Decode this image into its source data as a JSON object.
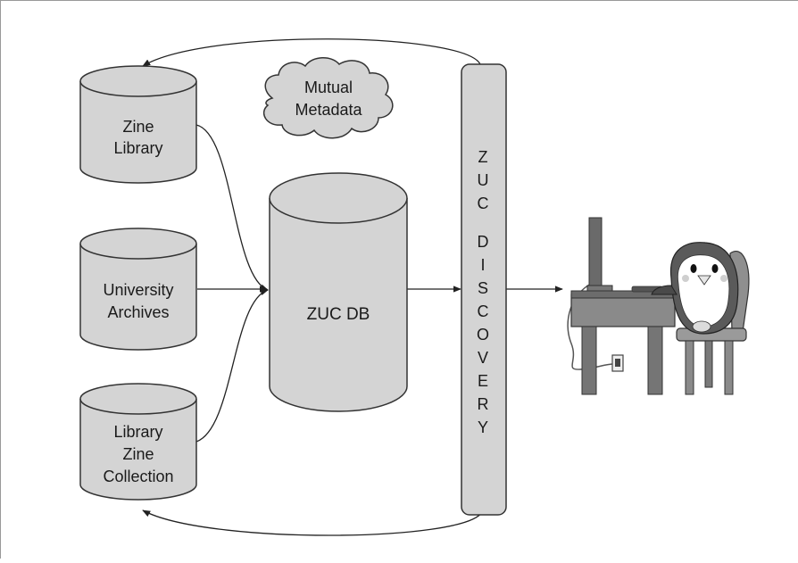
{
  "diagram": {
    "sources": [
      {
        "lines": [
          "Zine",
          "Library"
        ]
      },
      {
        "lines": [
          "University",
          "Archives"
        ]
      },
      {
        "lines": [
          "Library",
          "Zine",
          "Collection"
        ]
      }
    ],
    "cloud": {
      "lines": [
        "Mutual",
        "Metadata"
      ]
    },
    "database": {
      "label": "ZUC DB"
    },
    "discovery": {
      "letters": [
        "Z",
        "U",
        "C",
        "",
        "D",
        "I",
        "S",
        "C",
        "O",
        "V",
        "E",
        "R",
        "Y"
      ]
    },
    "user": {
      "icon": "penguin-at-computer-icon"
    },
    "colors": {
      "fill": "#d4d4d4",
      "stroke": "#333333",
      "background": "#ffffff"
    }
  }
}
